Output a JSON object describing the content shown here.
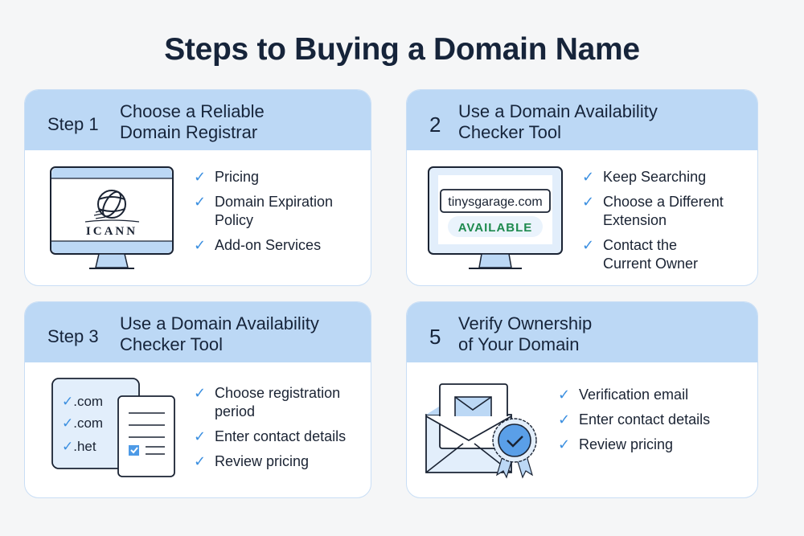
{
  "title": "Steps to Buying a Domain Name",
  "colors": {
    "background": "#f5f6f7",
    "header_band": "#bcd8f5",
    "check": "#3b8fe0",
    "available_green": "#1e8a4e",
    "title_text": "#16243a"
  },
  "cards": [
    {
      "step_label": "Step 1",
      "title_line1": "Choose a Reliable",
      "title_line2": "Domain Registrar",
      "illustration": {
        "type": "monitor-icon",
        "logo_text": "ICANN"
      },
      "items": [
        {
          "line1": "Pricing",
          "line2": ""
        },
        {
          "line1": "Domain Expiration",
          "line2": "Policy"
        },
        {
          "line1": "Add-on Services",
          "line2": ""
        }
      ]
    },
    {
      "step_label": "2",
      "title_line1": "Use a Domain Availability",
      "title_line2": "Checker Tool",
      "illustration": {
        "type": "monitor-icon",
        "domain_text": "tinysgarage.com",
        "status_text": "AVAILABLE"
      },
      "items": [
        {
          "line1": "Keep Searching",
          "line2": ""
        },
        {
          "line1": "Choose a Different",
          "line2": "Extension"
        },
        {
          "line1": "Contact the",
          "line2": "Current Owner"
        }
      ]
    },
    {
      "step_label": "Step 3",
      "title_line1": "Use a Domain Availability",
      "title_line2": "Checker Tool",
      "illustration": {
        "type": "document-icon",
        "extensions": [
          ".com",
          ".com",
          ".het"
        ]
      },
      "items": [
        {
          "line1": "Choose registration",
          "line2": "period"
        },
        {
          "line1": "Enter contact details",
          "line2": ""
        },
        {
          "line1": "Review pricing",
          "line2": ""
        }
      ]
    },
    {
      "step_label": "5",
      "title_line1": "Verify Ownership",
      "title_line2": "of Your Domain",
      "illustration": {
        "type": "envelope-badge-icon"
      },
      "items": [
        {
          "line1": "Verification email",
          "line2": ""
        },
        {
          "line1": "Enter contact details",
          "line2": ""
        },
        {
          "line1": "Review pricing",
          "line2": ""
        }
      ]
    }
  ],
  "check_glyph": "✓"
}
